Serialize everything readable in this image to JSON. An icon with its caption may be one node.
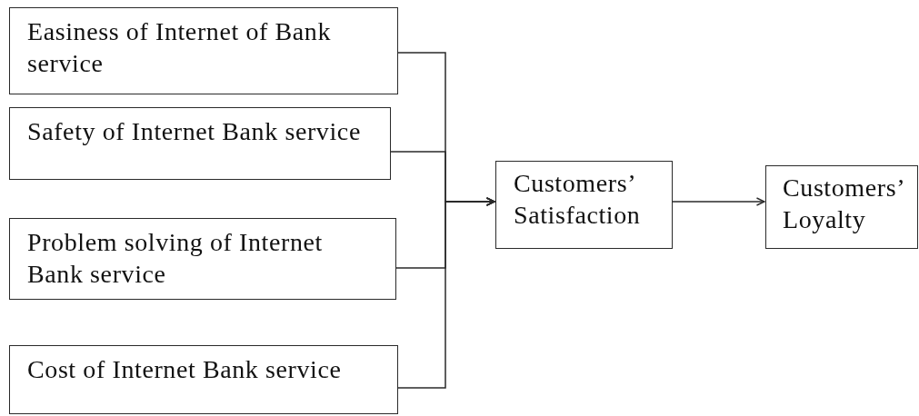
{
  "diagram": {
    "nodes": [
      {
        "text": [
          "Easiness of Internet of Bank service"
        ]
      },
      {
        "text": [
          "Safety of Internet Bank service"
        ]
      },
      {
        "text": [
          "Problem solving of Internet Bank service"
        ]
      },
      {
        "text": [
          "Cost of Internet Bank service"
        ]
      },
      {
        "text": [
          "Customers’ Satisfaction"
        ]
      },
      {
        "text": [
          "Customers’ Loyalty"
        ]
      }
    ],
    "edges": [
      {
        "from": 0,
        "to": 4,
        "arrow": "to"
      },
      {
        "from": 1,
        "to": 4,
        "arrow": "to"
      },
      {
        "from": 2,
        "to": 4,
        "arrow": "to"
      },
      {
        "from": 3,
        "to": 4,
        "arrow": "to"
      },
      {
        "from": 4,
        "to": 5,
        "arrow": "to"
      }
    ]
  }
}
